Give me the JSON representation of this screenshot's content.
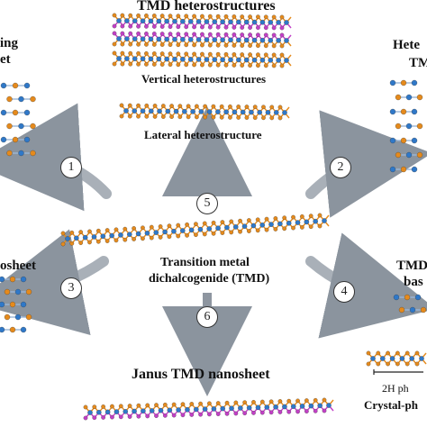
{
  "labels": {
    "tmd_heterostructures": "TMD heterostructures",
    "vertical": "Vertical heterostructures",
    "lateral": "Lateral heterostructure",
    "center_line1": "Transition metal",
    "center_line2": "dichalcogenide (TMD)",
    "janus": "Janus TMD nanosheet",
    "left_top_frag1": "ing",
    "left_top_frag2": "et",
    "left_mid_frag": "osheet",
    "right_top_frag1": "Hete",
    "right_top_frag2": "TM",
    "right_mid_frag1": "TMD",
    "right_mid_frag2": "bas",
    "phase_label": "2H ph",
    "crystal_label": "Crystal-ph"
  },
  "steps": [
    "1",
    "2",
    "3",
    "4",
    "5",
    "6"
  ],
  "colors": {
    "metal": "#2f78c8",
    "chalcogen": "#e58a1c",
    "chalcogen_alt": "#c23fc6",
    "arrow": "#9aa3ad"
  }
}
